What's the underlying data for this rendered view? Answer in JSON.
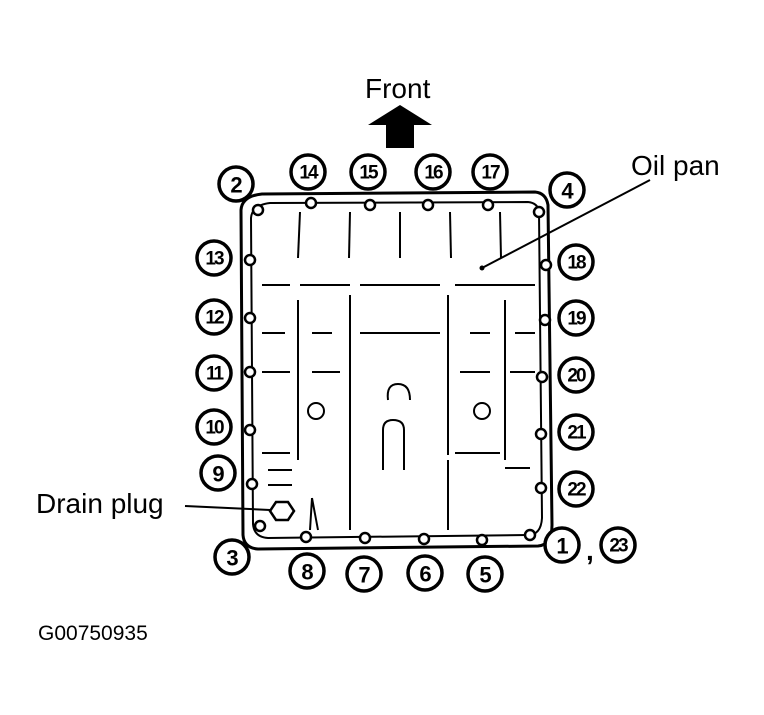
{
  "labels": {
    "front": "Front",
    "oil_pan": "Oil pan",
    "drain_plug": "Drain plug",
    "figure_code": "G00750935",
    "comma": ","
  },
  "bolts": [
    {
      "n": "1"
    },
    {
      "n": "2"
    },
    {
      "n": "3"
    },
    {
      "n": "4"
    },
    {
      "n": "5"
    },
    {
      "n": "6"
    },
    {
      "n": "7"
    },
    {
      "n": "8"
    },
    {
      "n": "9"
    },
    {
      "n": "10"
    },
    {
      "n": "11"
    },
    {
      "n": "12"
    },
    {
      "n": "13"
    },
    {
      "n": "14"
    },
    {
      "n": "15"
    },
    {
      "n": "16"
    },
    {
      "n": "17"
    },
    {
      "n": "18"
    },
    {
      "n": "19"
    },
    {
      "n": "20"
    },
    {
      "n": "21"
    },
    {
      "n": "22"
    },
    {
      "n": "23"
    }
  ]
}
